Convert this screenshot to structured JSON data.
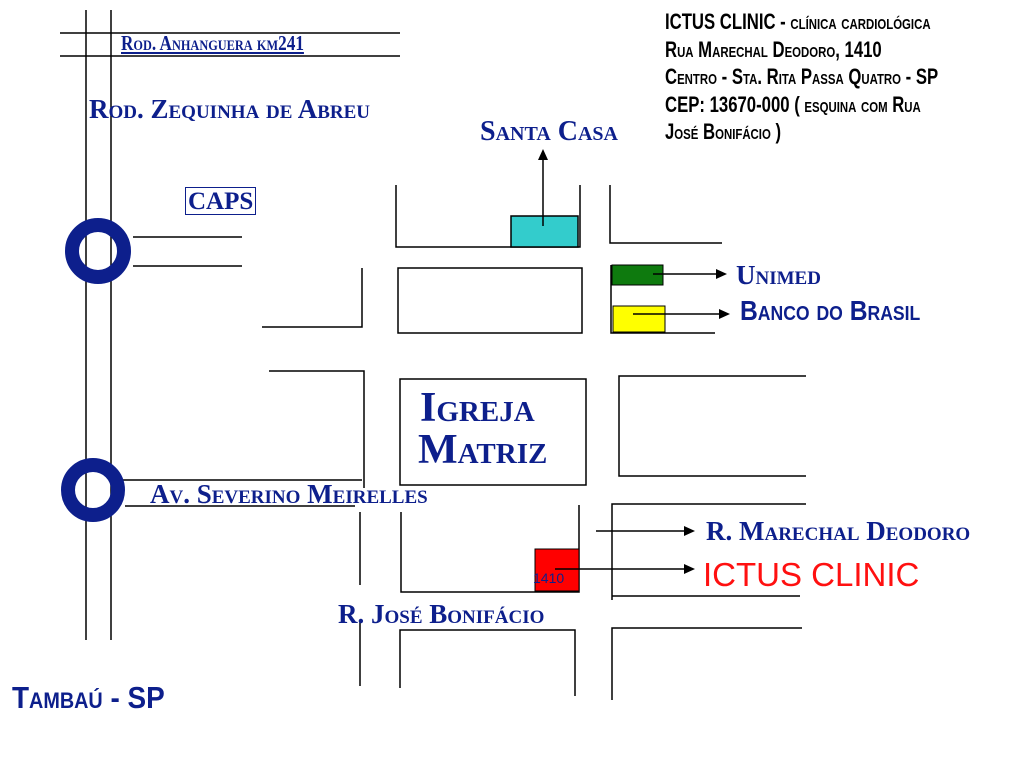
{
  "map": {
    "address": {
      "line1": "ICTUS CLINIC - clínica cardiológica",
      "line2": "Rua Marechal Deodoro, 1410",
      "line3": "Centro - Sta. Rita Passa Quatro - SP",
      "line4": "CEP: 13670-000 ( esquina com Rua",
      "line5": "José Bonifácio )"
    },
    "labels": {
      "rod_anhanguera": "Rod. Anhanguera km241",
      "rod_zequinha": "Rod. Zequinha de Abreu",
      "caps": "CAPS",
      "santa_casa": "Santa Casa",
      "unimed": "Unimed",
      "banco_do_brasil": "Banco do Brasil",
      "igreja_line1": "Igreja",
      "igreja_line2": "Matriz",
      "av_severino": "Av. Severino Meirelles",
      "r_marechal": "R. Marechal Deodoro",
      "ictus_clinic": "ICTUS CLINIC",
      "r_jose_bonifacio": "R. José Bonifácio",
      "number_1410": "1410",
      "tambau": "Tambaú - SP"
    },
    "colors": {
      "label_blue": "#0d1f8c",
      "santa_casa_fill": "#33cccc",
      "unimed_fill": "#0e7a0e",
      "banco_do_brasil_fill": "#ffff00",
      "ictus_clinic_fill": "#ff0000",
      "ictus_clinic_text": "#ff1010",
      "street_lines": "#000000",
      "roundabout": "#0d1f8c"
    },
    "icons": {
      "roundabout": "roundabout-icon",
      "arrow": "arrow-icon"
    }
  }
}
